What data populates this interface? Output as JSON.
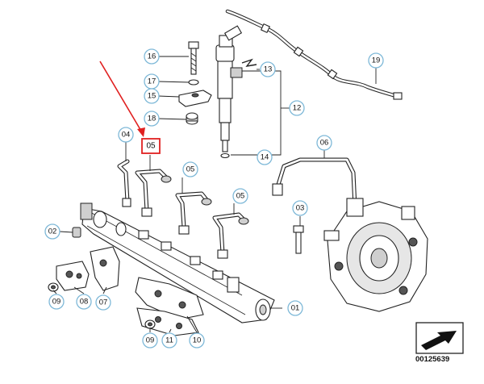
{
  "diagram_id": "00125639",
  "highlight_color": "#e02020",
  "callout_color": "#7fb9d8",
  "callouts": {
    "c01": "01",
    "c02": "02",
    "c03": "03",
    "c04": "04",
    "c05_highlight": "05",
    "c05a": "05",
    "c05b": "05",
    "c06": "06",
    "c07": "07",
    "c08": "08",
    "c09a": "09",
    "c09b": "09",
    "c10": "10",
    "c11": "11",
    "c12": "12",
    "c13": "13",
    "c14": "14",
    "c15": "15",
    "c16": "16",
    "c17": "17",
    "c18": "18",
    "c19": "19"
  }
}
